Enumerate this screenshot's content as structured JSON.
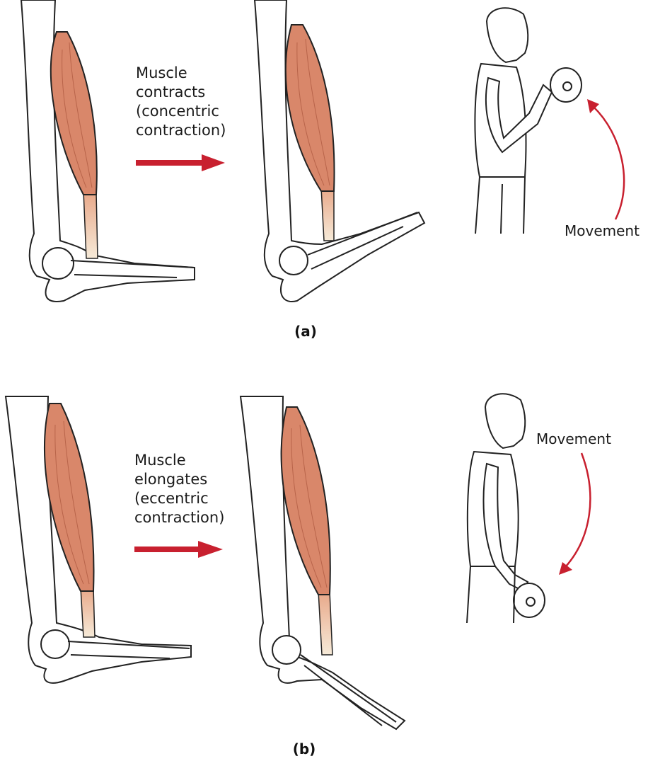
{
  "panel_a": {
    "caption": "Muscle\ncontracts\n(concentric\ncontraction)",
    "movement_label": "Movement",
    "part_label": "(a)"
  },
  "panel_b": {
    "caption": "Muscle\nelongates\n(eccentric\ncontraction)",
    "movement_label": "Movement",
    "part_label": "(b)"
  },
  "colors": {
    "muscle": "#d9876a",
    "muscle_dark": "#b8644a",
    "tendon": "#f3e2cc",
    "arrow": "#c8202f",
    "bone_line": "#222222"
  },
  "icons": [
    "arm-bone-icon",
    "biceps-muscle-icon",
    "person-dumbbell-icon",
    "red-arrow-icon"
  ]
}
